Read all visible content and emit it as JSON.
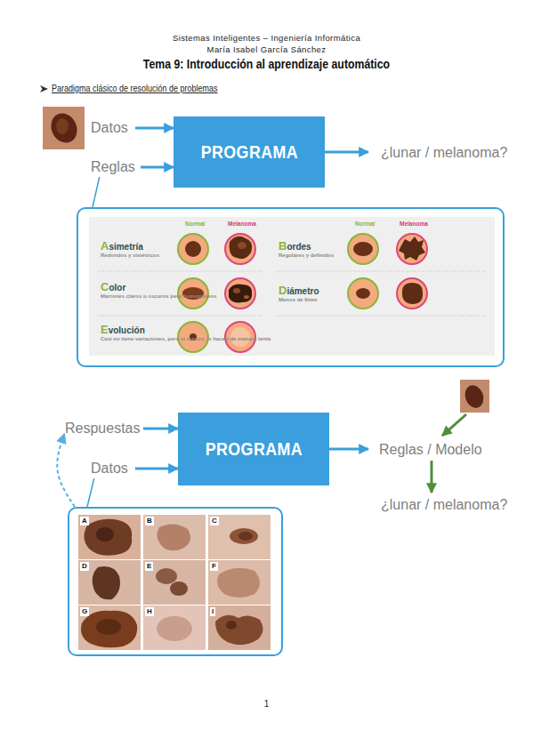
{
  "diagram": {
    "title": "Tema 9: Introducción al aprendizaje automático",
    "nodes": [
      {
        "text": [
          "Datos"
        ]
      },
      {
        "text": [
          "Reglas"
        ]
      },
      {
        "text": [
          "PROGRAMA"
        ]
      },
      {
        "text": [
          "¿lunar / melanoma?"
        ]
      },
      {
        "text": [
          "Normal",
          "Melanoma",
          "Normal",
          "Melanoma"
        ]
      },
      {
        "text": [
          "Asimetría",
          "Redondos y simétricos"
        ],
        "in": 4
      },
      {
        "text": [
          "Bordes",
          "Regulares y definidos"
        ],
        "in": 4
      },
      {
        "text": [
          "Color",
          "Marrones claros u oscuros pero homogéneos"
        ],
        "in": 4
      },
      {
        "text": [
          "Diámetro",
          "Menos de 6mm"
        ],
        "in": 4
      },
      {
        "text": [
          "Evolución",
          "Casi no tiene variaciones, pero si crecen, lo hacen de manera lenta"
        ],
        "in": 4
      },
      {
        "text": [
          "Respuestas"
        ]
      },
      {
        "text": [
          "Datos"
        ]
      },
      {
        "text": [
          "PROGRAMA"
        ]
      },
      {
        "text": [
          "Reglas / Modelo"
        ]
      },
      {
        "text": [
          "¿lunar / melanoma?"
        ]
      },
      {
        "text": []
      },
      {
        "text": [
          "A"
        ],
        "in": 15
      },
      {
        "text": [
          "B"
        ],
        "in": 15
      },
      {
        "text": [
          "C"
        ],
        "in": 15
      },
      {
        "text": [
          "D"
        ],
        "in": 15
      },
      {
        "text": [
          "E"
        ],
        "in": 15
      },
      {
        "text": [
          "F"
        ],
        "in": 15
      },
      {
        "text": [
          "G"
        ],
        "in": 15
      },
      {
        "text": [
          "H"
        ],
        "in": 15
      },
      {
        "text": [
          "I"
        ],
        "in": 15
      }
    ],
    "edges": [
      {
        "from": 0,
        "to": 2,
        "arrow": "to"
      },
      {
        "from": 1,
        "to": 2,
        "arrow": "to"
      },
      {
        "from": 2,
        "to": 3,
        "arrow": "to"
      },
      {
        "from": 1,
        "to": 4,
        "arrow": "none"
      },
      {
        "from": 15,
        "to": 10,
        "arrow": "to"
      },
      {
        "from": 10,
        "to": 12,
        "arrow": "to"
      },
      {
        "from": 11,
        "to": 12,
        "arrow": "to"
      },
      {
        "from": 12,
        "to": 13,
        "arrow": "to"
      },
      {
        "from": 13,
        "to": 14,
        "arrow": "to"
      },
      {
        "from": 11,
        "to": 15,
        "arrow": "none"
      }
    ],
    "labels": [
      "Sistemas Inteligentes – Ingeniería Informática",
      "María Isabel García Sánchez",
      "Paradigma clásico de resolución de problemas",
      "1"
    ]
  }
}
